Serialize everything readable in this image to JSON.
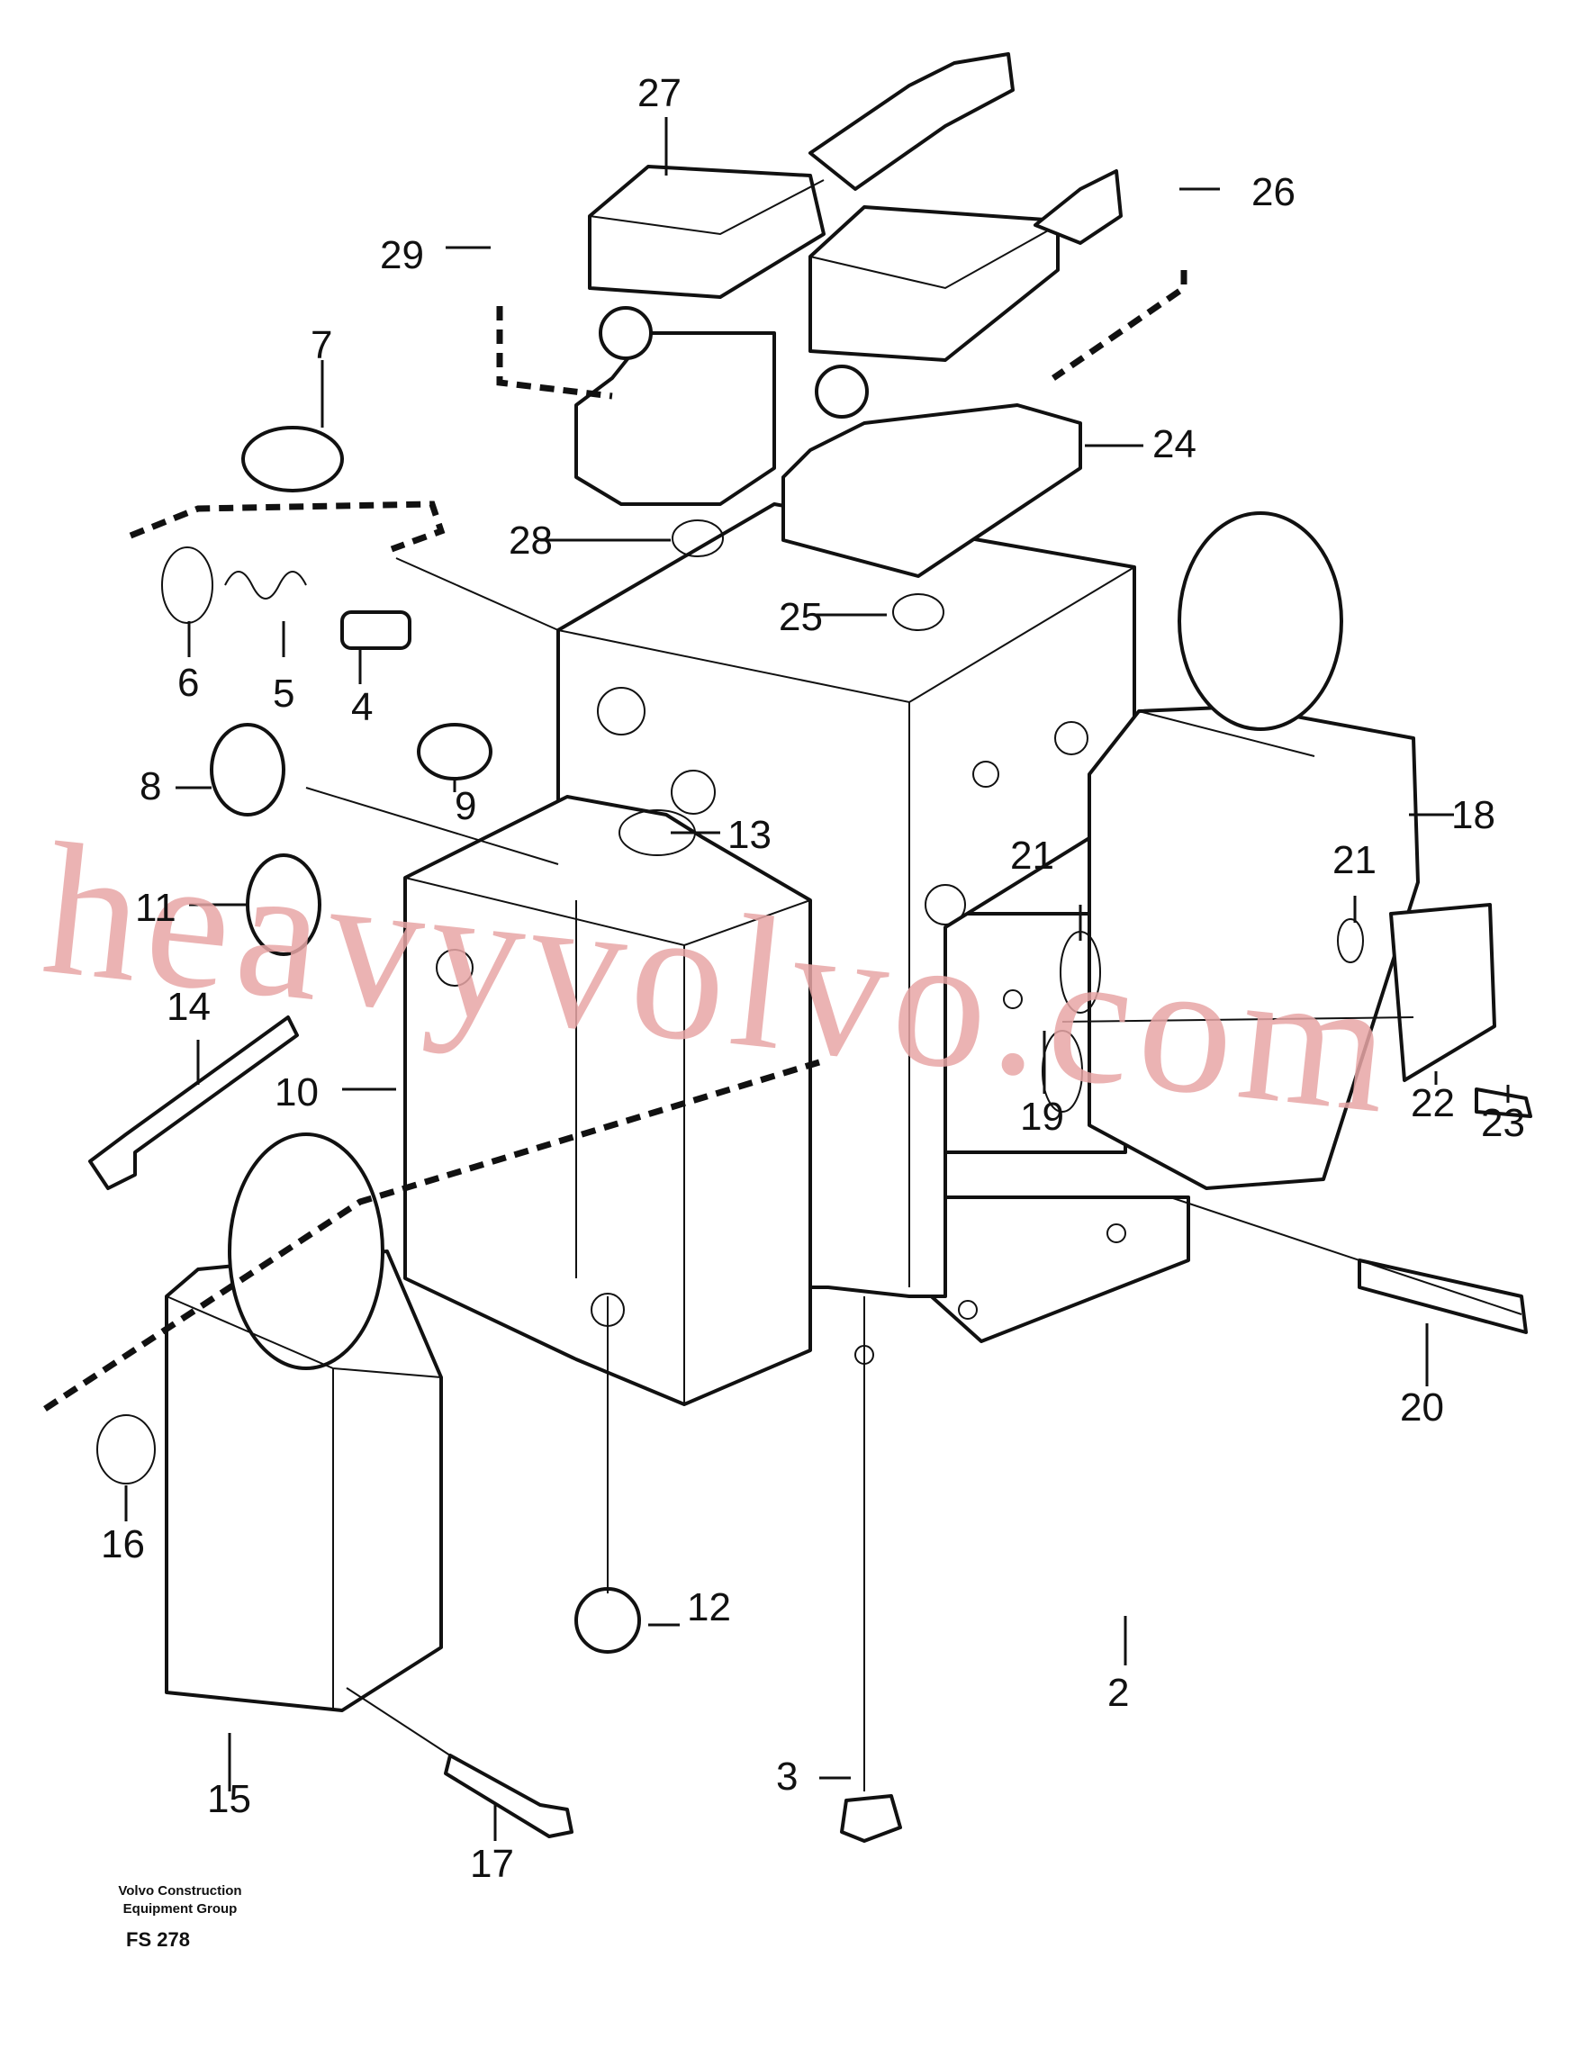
{
  "callouts": {
    "c2": "2",
    "c3": "3",
    "c4": "4",
    "c5": "5",
    "c6": "6",
    "c7": "7",
    "c8": "8",
    "c9": "9",
    "c10": "10",
    "c11": "11",
    "c12": "12",
    "c13": "13",
    "c14": "14",
    "c15": "15",
    "c16": "16",
    "c17": "17",
    "c18": "18",
    "c19": "19",
    "c20": "20",
    "c21a": "21",
    "c21b": "21",
    "c22": "22",
    "c23": "23",
    "c24": "24",
    "c25": "25",
    "c26": "26",
    "c27": "27",
    "c28": "28",
    "c29": "29"
  },
  "watermark": "heavyvolvo.com",
  "footer": {
    "line1": "Volvo Construction",
    "line2": "Equipment Group",
    "code": "FS 278"
  }
}
